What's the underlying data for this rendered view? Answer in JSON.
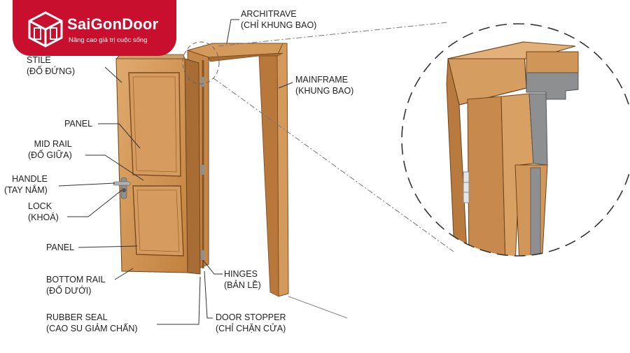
{
  "brand": {
    "name": "SaiGonDoor",
    "tagline": "Nâng cao giá trị cuộc sống",
    "badge_color": "#c8102e"
  },
  "labels": {
    "architrave": {
      "en": "ARCHITRAVE",
      "vi": "(CHỈ KHUNG BAO)"
    },
    "stile": {
      "en": "STILE",
      "vi": "(ĐỐ ĐỨNG)"
    },
    "mainframe": {
      "en": "MAINFRAME",
      "vi": "(KHUNG BAO)"
    },
    "panel_top": {
      "en": "PANEL"
    },
    "mid_rail": {
      "en": "MID RAIL",
      "vi": "(ĐỐ GIỮA)"
    },
    "handle": {
      "en": "HANDLE",
      "vi": "(TAY NẮM)"
    },
    "lock": {
      "en": "LOCK",
      "vi": "(KHOÁ)"
    },
    "panel_bottom": {
      "en": "PANEL"
    },
    "bottom_rail": {
      "en": "BOTTOM RAIL",
      "vi": "(ĐỐ DƯỚI)"
    },
    "hinges": {
      "en": "HINGES",
      "vi": "(BẢN LỀ)"
    },
    "rubber_seal": {
      "en": "RUBBER SEAL",
      "vi": "(CAO SU GIẢM CHẤN)"
    },
    "door_stopper": {
      "en": "DOOR STOPPER",
      "vi": "(CHỈ CHẶN CỬA)"
    }
  },
  "colors": {
    "wood_light": "#d9a063",
    "wood_mid": "#c88a4c",
    "wood_dark": "#a86d34",
    "metal": "#8d8f91"
  }
}
